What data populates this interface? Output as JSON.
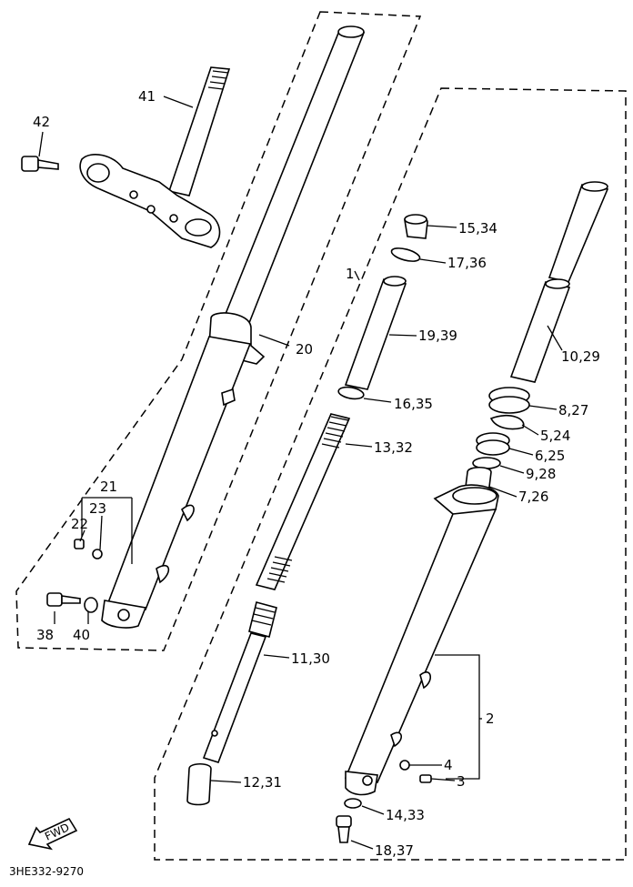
{
  "diagram": {
    "part_code": "3HE332-9270",
    "fwd_label": "FWD",
    "callouts": [
      "41",
      "42",
      "20",
      "21",
      "23",
      "22",
      "38",
      "40",
      "1",
      "15,34",
      "17,36",
      "19,39",
      "16,35",
      "13,32",
      "11,30",
      "12,31",
      "10,29",
      "8,27",
      "5,24",
      "6,25",
      "9,28",
      "7,26",
      "2",
      "4",
      "3",
      "14,33",
      "18,37"
    ]
  }
}
